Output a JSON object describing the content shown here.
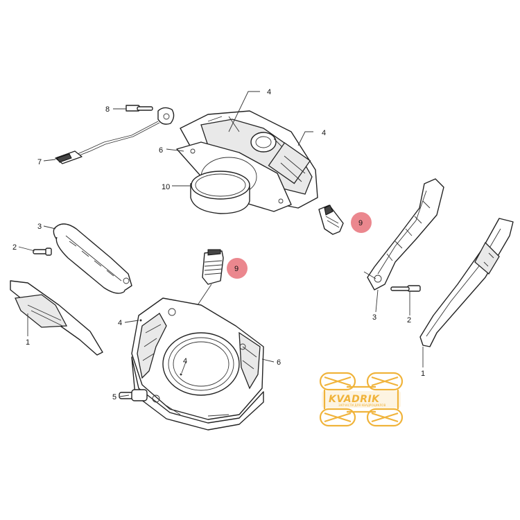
{
  "callouts": {
    "c8": "8",
    "c4_top": "4",
    "c4_right": "4",
    "c6_top": "6",
    "c7": "7",
    "c10": "10",
    "c9_top": "9",
    "c3_left": "3",
    "c2_left": "2",
    "c9_mid": "9",
    "c3_right": "3",
    "c2_right": "2",
    "c4_cyl_side": "4",
    "c4_cyl_inner": "4",
    "c6_bottom": "6",
    "c1_left": "1",
    "c1_right": "1",
    "c5": "5"
  },
  "watermark": {
    "brand": "KVADRIK",
    "tagline": "ЗАПЧАСТИ ДЛЯ КВАДРОЦИКЛОВ"
  },
  "colors": {
    "highlight": "#e8727a",
    "watermark": "#f0b33a",
    "line": "#222222"
  }
}
